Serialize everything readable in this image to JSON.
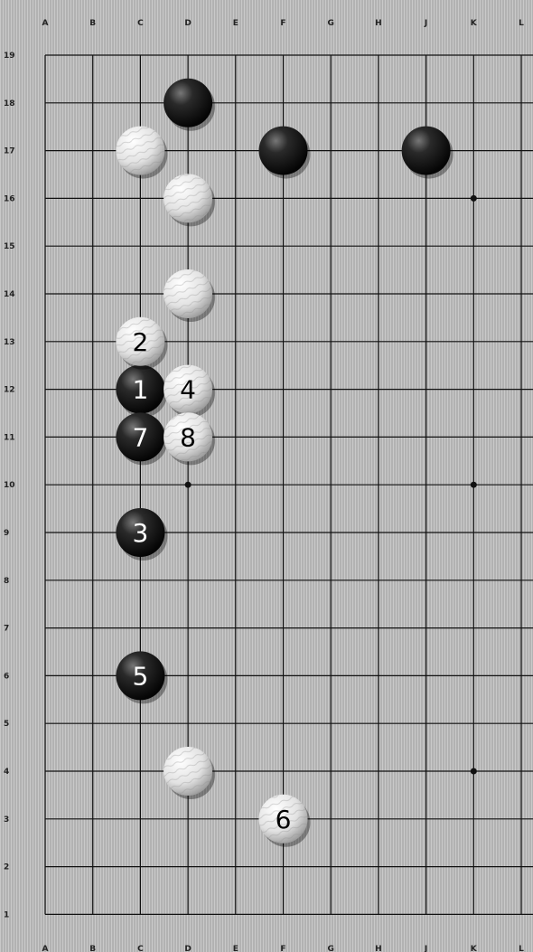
{
  "columns": [
    "A",
    "B",
    "C",
    "D",
    "E",
    "F",
    "G",
    "H",
    "J",
    "K",
    "L"
  ],
  "rows": [
    "19",
    "18",
    "17",
    "16",
    "15",
    "14",
    "13",
    "12",
    "11",
    "10",
    "9",
    "8",
    "7",
    "6",
    "5",
    "4",
    "3",
    "2",
    "1"
  ],
  "star_points": [
    "K16",
    "D10",
    "K10",
    "K4"
  ],
  "stones": [
    {
      "point": "D18",
      "color": "black",
      "label": ""
    },
    {
      "point": "F17",
      "color": "black",
      "label": ""
    },
    {
      "point": "J17",
      "color": "black",
      "label": ""
    },
    {
      "point": "C17",
      "color": "white",
      "label": ""
    },
    {
      "point": "D16",
      "color": "white",
      "label": ""
    },
    {
      "point": "D14",
      "color": "white",
      "label": ""
    },
    {
      "point": "C12",
      "color": "black",
      "label": "1"
    },
    {
      "point": "C13",
      "color": "white",
      "label": "2"
    },
    {
      "point": "C9",
      "color": "black",
      "label": "3"
    },
    {
      "point": "D12",
      "color": "white",
      "label": "4"
    },
    {
      "point": "C6",
      "color": "black",
      "label": "5"
    },
    {
      "point": "F3",
      "color": "white",
      "label": "6"
    },
    {
      "point": "C11",
      "color": "black",
      "label": "7"
    },
    {
      "point": "D11",
      "color": "white",
      "label": "8"
    },
    {
      "point": "D4",
      "color": "white",
      "label": ""
    }
  ]
}
